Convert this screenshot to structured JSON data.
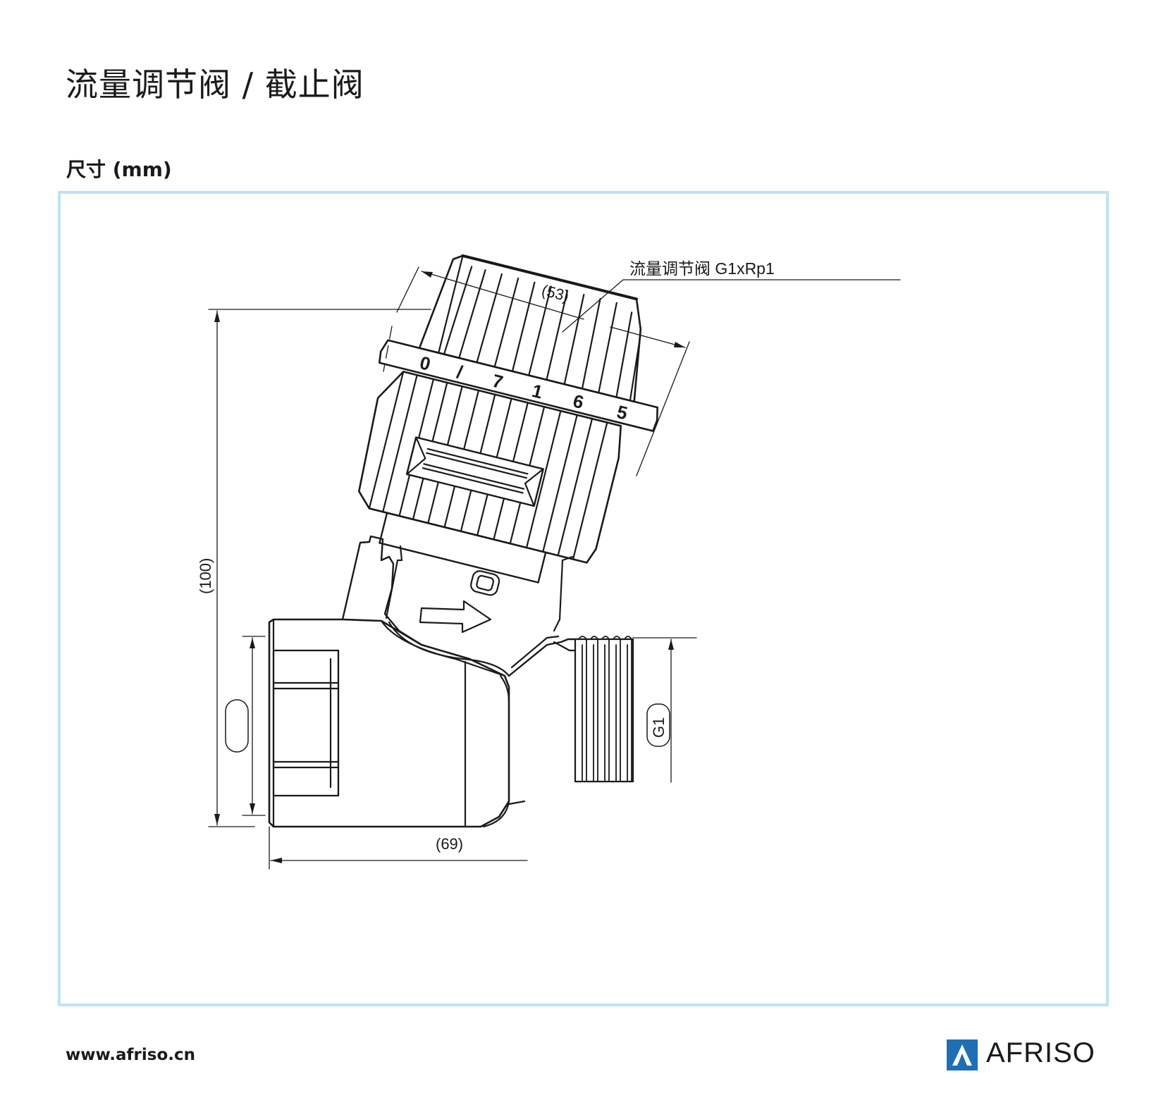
{
  "header": {
    "title": "流量调节阀 / 截止阀",
    "section": "尺寸 (mm)"
  },
  "drawing": {
    "callout_label": "流量调节阀  G1xRp1",
    "dim_width_top": "(53)",
    "dim_height": "(100)",
    "dim_length": "(69)",
    "thread_label": "G1",
    "dial_numbers": [
      "0",
      "/",
      "7",
      "1",
      "6",
      "5"
    ]
  },
  "footer": {
    "url": "www.afriso.cn",
    "brand": "AFRISO"
  },
  "colors": {
    "frame_border": "#bfe3f5",
    "brand_blue": "#1f6fb5",
    "line": "#1a1a1a"
  }
}
